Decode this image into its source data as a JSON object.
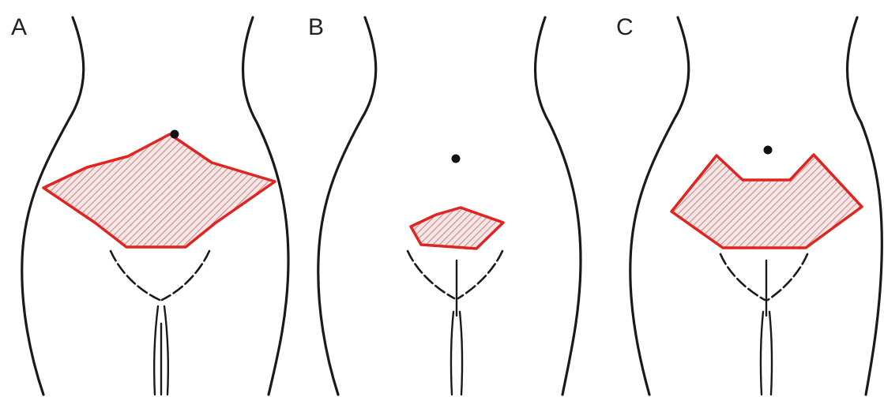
{
  "panels": [
    {
      "label": "A"
    },
    {
      "label": "B"
    },
    {
      "label": "C"
    }
  ],
  "colors": {
    "outline": "#1a1a1a",
    "region_border": "#e0241f",
    "region_hatch": "#c98b8b",
    "region_fill": "#f6e6e6",
    "background": "#ffffff"
  },
  "icons": {
    "navel": "navel-dot-icon"
  }
}
